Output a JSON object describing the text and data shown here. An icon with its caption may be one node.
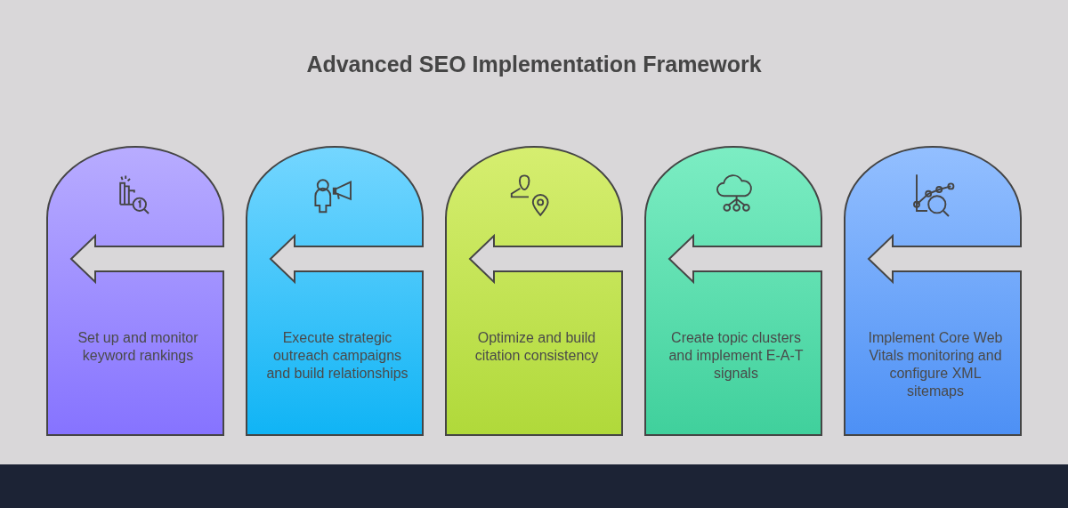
{
  "diagram": {
    "title": "Advanced SEO Implementation Framework",
    "nodes": [
      {
        "text": [
          "Set up and monitor keyword rankings"
        ]
      },
      {
        "text": [
          "Execute strategic outreach campaigns and build relationships"
        ]
      },
      {
        "text": [
          "Optimize and build citation consistency"
        ]
      },
      {
        "text": [
          "Create topic clusters and implement E-A-T signals"
        ]
      },
      {
        "text": [
          "Implement Core Web Vitals monitoring and configure XML sitemaps"
        ]
      }
    ],
    "edges": []
  }
}
